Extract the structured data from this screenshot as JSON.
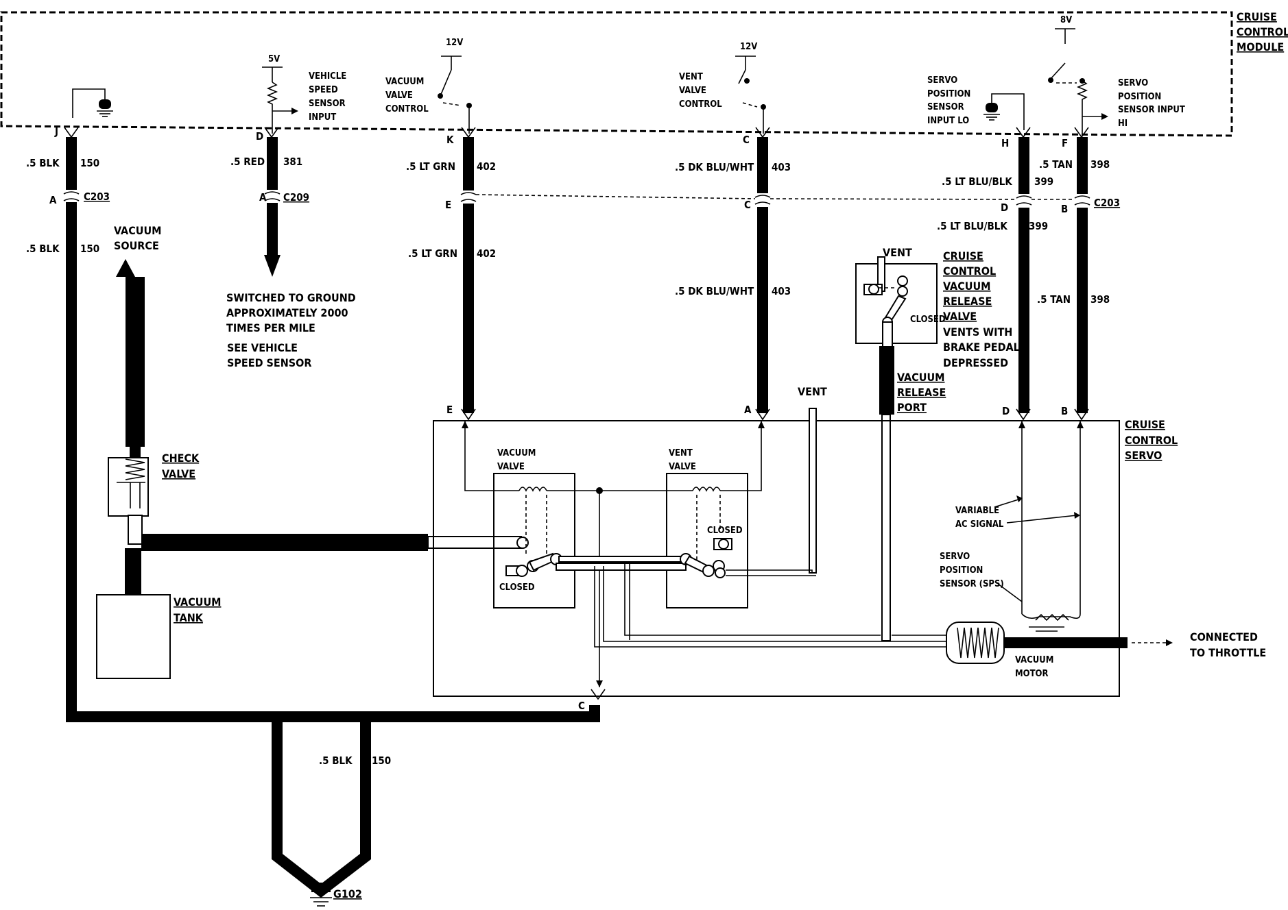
{
  "module": {
    "title_lines": [
      "CRUISE",
      "CONTROL",
      "MODULE"
    ]
  },
  "labels": {
    "cavity_j": "J",
    "cavity_d": "D",
    "cavity_k": "K",
    "cavity_c": "C",
    "cavity_h": "H",
    "cavity_f": "F",
    "v5": "5V",
    "v12a": "12V",
    "v12b": "12V",
    "v8": "8V",
    "vss_lines": [
      "VEHICLE",
      "SPEED",
      "SENSOR",
      "INPUT"
    ],
    "vvc_lines": [
      "VACUUM",
      "VALVE",
      "CONTROL"
    ],
    "ventvc_lines": [
      "VENT",
      "VALVE",
      "CONTROL"
    ],
    "spslo_lines": [
      "SERVO",
      "POSITION",
      "SENSOR",
      "INPUT LO"
    ],
    "spshi_lines": [
      "SERVO",
      "POSITION",
      "SENSOR INPUT",
      "HI"
    ]
  },
  "wires": {
    "w1": {
      "gauge": ".5 BLK",
      "circuit": "150"
    },
    "w1b": {
      "gauge": ".5 BLK",
      "circuit": "150"
    },
    "w2": {
      "gauge": ".5 RED",
      "circuit": "381"
    },
    "w3": {
      "gauge": ".5 LT GRN",
      "circuit": "402"
    },
    "w3b": {
      "gauge": ".5 LT GRN",
      "circuit": "402"
    },
    "w4": {
      "gauge": ".5 DK BLU/WHT",
      "circuit": "403"
    },
    "w4b": {
      "gauge": ".5 DK BLU/WHT",
      "circuit": "403"
    },
    "w5": {
      "gauge": ".5 LT BLU/BLK",
      "circuit": "399"
    },
    "w5b": {
      "gauge": ".5 LT BLU/BLK",
      "circuit": "399"
    },
    "w6": {
      "gauge": ".5 TAN",
      "circuit": "398"
    },
    "w6b": {
      "gauge": ".5 TAN",
      "circuit": "398"
    },
    "w7": {
      "gauge": ".5 BLK",
      "circuit": "150"
    }
  },
  "connectors": {
    "c203_left": {
      "cavity": "A",
      "name": "C203"
    },
    "c209": {
      "cavity": "A",
      "name": "C209"
    },
    "c203_right": {
      "name": "C203"
    },
    "mid_e": "E",
    "mid_c": "C",
    "mid_d": "D",
    "mid_b": "B",
    "servo_e": "E",
    "servo_a": "A",
    "servo_d": "D",
    "servo_b": "B",
    "servo_c": "C",
    "ground": "G102"
  },
  "notes": {
    "vss_note": [
      "SWITCHED TO GROUND",
      "APPROXIMATELY 2000",
      "TIMES PER MILE"
    ],
    "vss_see": [
      "SEE VEHICLE",
      "SPEED SENSOR"
    ],
    "vacuum_source": [
      "VACUUM",
      "SOURCE"
    ],
    "check_valve": [
      "CHECK",
      "VALVE"
    ],
    "vacuum_tank": [
      "VACUUM",
      "TANK"
    ],
    "vent_top": "VENT",
    "vent_mid": "VENT",
    "release_valve": [
      "CRUISE",
      "CONTROL",
      "VACUUM",
      "RELEASE",
      "VALVE"
    ],
    "release_valve_desc": [
      "VENTS WITH",
      "BRAKE PEDAL",
      "DEPRESSED"
    ],
    "closed_release": "CLOSED",
    "release_port": [
      "VACUUM",
      "RELEASE",
      "PORT"
    ],
    "servo": [
      "CRUISE",
      "CONTROL",
      "SERVO"
    ],
    "vacuum_valve": [
      "VACUUM",
      "VALVE"
    ],
    "vent_valve": [
      "VENT",
      "VALVE"
    ],
    "closed_vac": "CLOSED",
    "closed_vent": "CLOSED",
    "variable_ac": [
      "VARIABLE",
      "AC SIGNAL"
    ],
    "sps": [
      "SERVO",
      "POSITION",
      "SENSOR (SPS)"
    ],
    "vacuum_motor": [
      "VACUUM",
      "MOTOR"
    ],
    "throttle": [
      "CONNECTED",
      "TO THROTTLE"
    ]
  }
}
